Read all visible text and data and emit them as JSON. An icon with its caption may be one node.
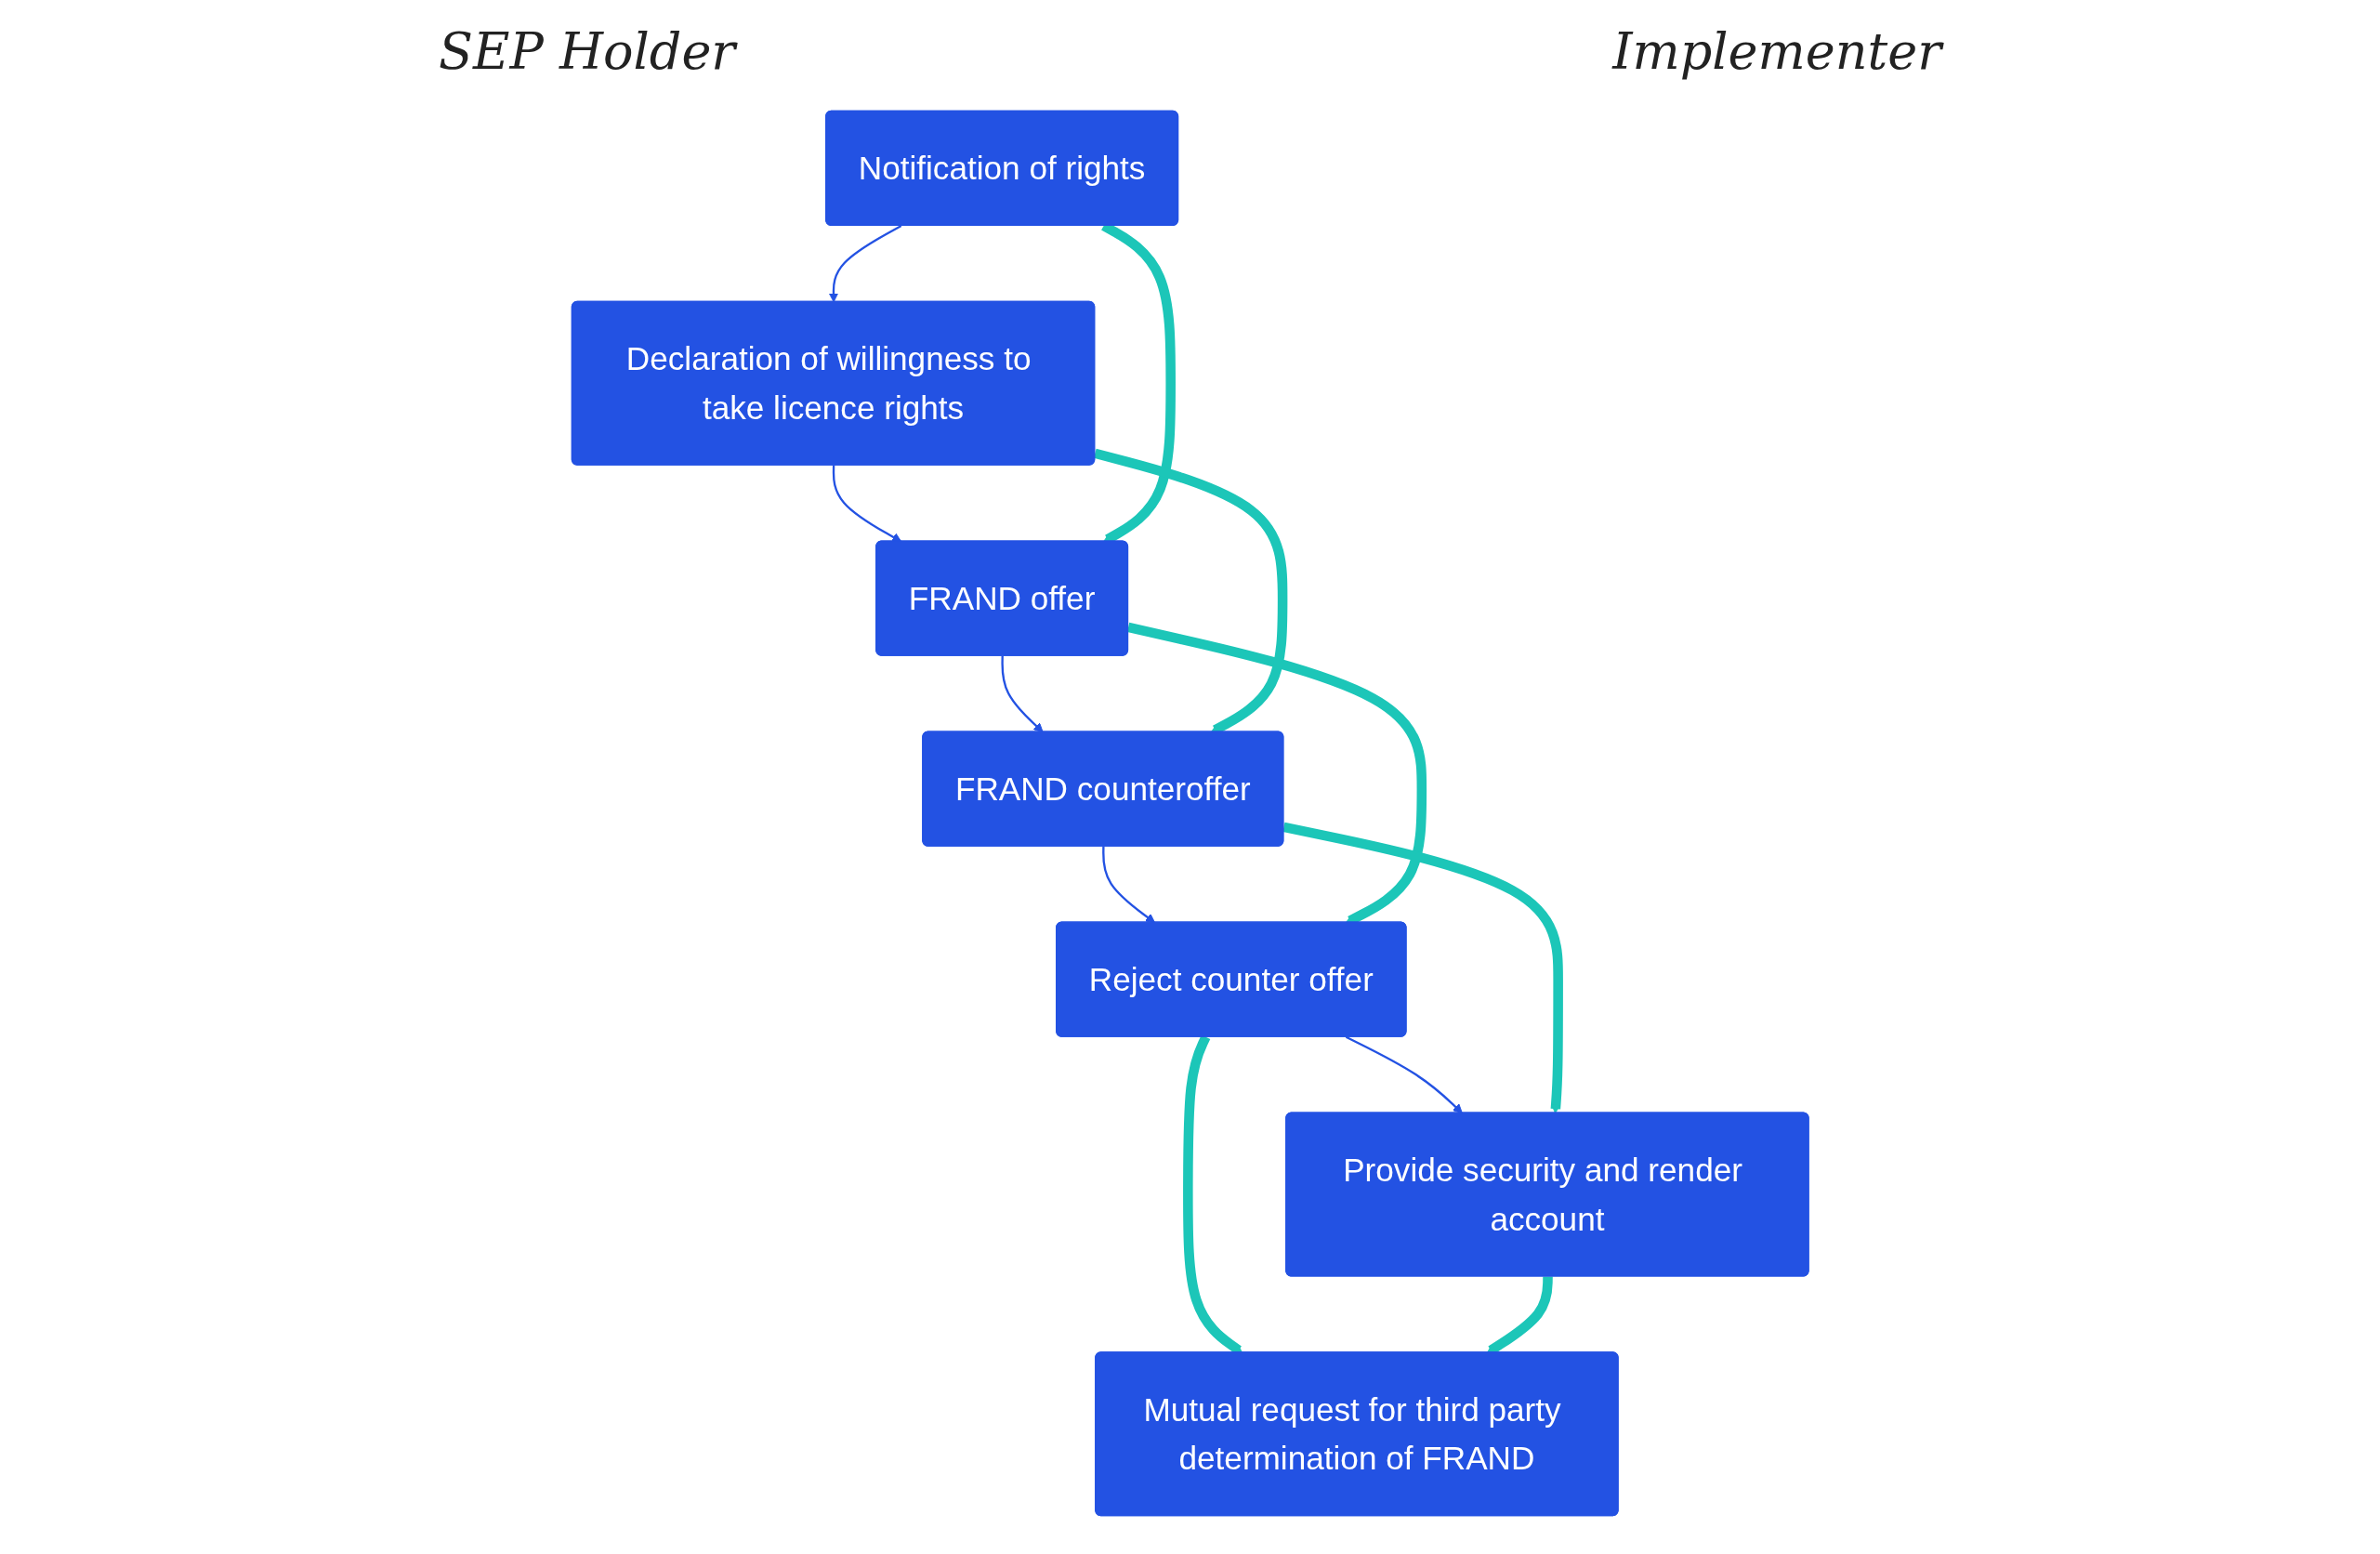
{
  "diagram": {
    "nodes": [
      {
        "text": [
          "Notification of rights"
        ]
      },
      {
        "text": [
          "Declaration of willingness to take licence rights"
        ]
      },
      {
        "text": [
          "FRAND offer"
        ]
      },
      {
        "text": [
          "FRAND counteroffer"
        ]
      },
      {
        "text": [
          "Reject counter offer"
        ]
      },
      {
        "text": [
          "Provide security and render account"
        ]
      },
      {
        "text": [
          "Mutual request for third party determination of FRAND"
        ]
      }
    ],
    "edges": [
      {
        "from": 0,
        "to": 1,
        "arrow": "to",
        "color": "#2352e3"
      },
      {
        "from": 1,
        "to": 2,
        "arrow": "to",
        "color": "#2352e3"
      },
      {
        "from": 2,
        "to": 3,
        "arrow": "to",
        "color": "#2352e3"
      },
      {
        "from": 3,
        "to": 4,
        "arrow": "to",
        "color": "#2352e3"
      },
      {
        "from": 4,
        "to": 5,
        "arrow": "to",
        "color": "#2352e3"
      },
      {
        "from": 0,
        "to": 2,
        "arrow": "to"
      },
      {
        "from": 2,
        "to": 4,
        "arrow": "to"
      },
      {
        "from": 4,
        "to": 6,
        "arrow": "to"
      },
      {
        "from": 1,
        "to": 3,
        "arrow": "to"
      },
      {
        "from": 3,
        "to": 5,
        "arrow": "to"
      },
      {
        "from": 5,
        "to": 6,
        "arrow": "to"
      }
    ],
    "labels": [
      "SEP Holder",
      "Implementer"
    ]
  }
}
